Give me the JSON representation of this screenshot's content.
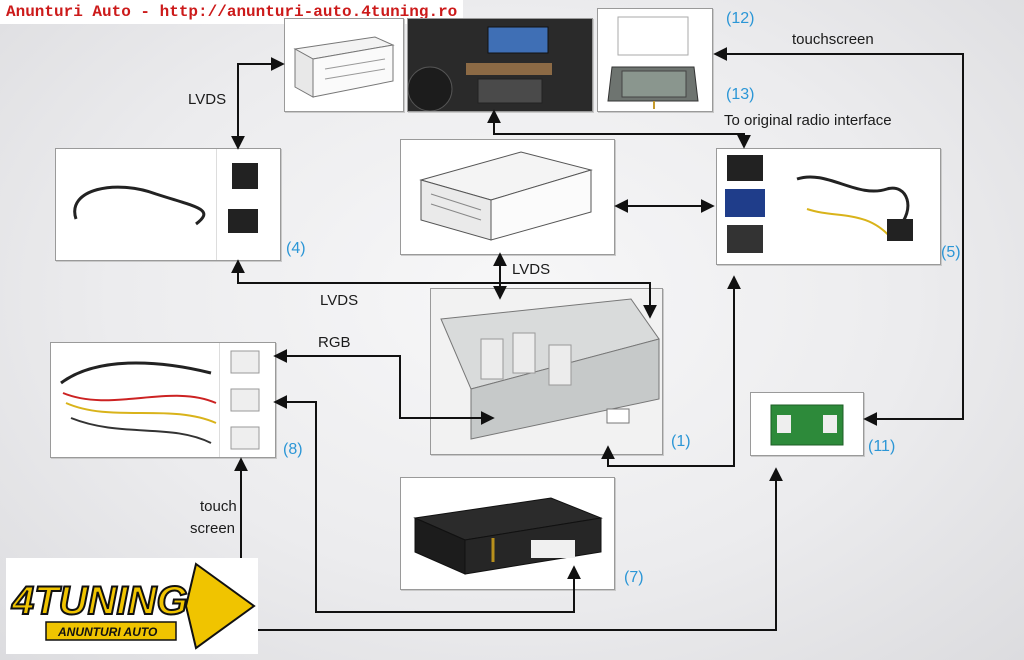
{
  "header": {
    "text": "Anunturi Auto - http://anunturi-auto.4tuning.ro"
  },
  "labels": {
    "lvds_top": "LVDS",
    "lvds_mid": "LVDS",
    "lvds_left": "LVDS",
    "rgb": "RGB",
    "touchscreen": "touchscreen",
    "to_radio": "To original radio interface",
    "touch": "touch",
    "screen": "screen"
  },
  "numbers": {
    "n1": "(1)",
    "n4": "(4)",
    "n5": "(5)",
    "n7": "(7)",
    "n8": "(8)",
    "n11": "(11)",
    "n12": "(12)",
    "n13": "(13)"
  },
  "logo": {
    "main": "4TUNING",
    "sub": "ANUNTURI AUTO"
  },
  "colors": {
    "accent": "#2b96d6",
    "header": "#cc1a1a",
    "wire": "#111111"
  }
}
